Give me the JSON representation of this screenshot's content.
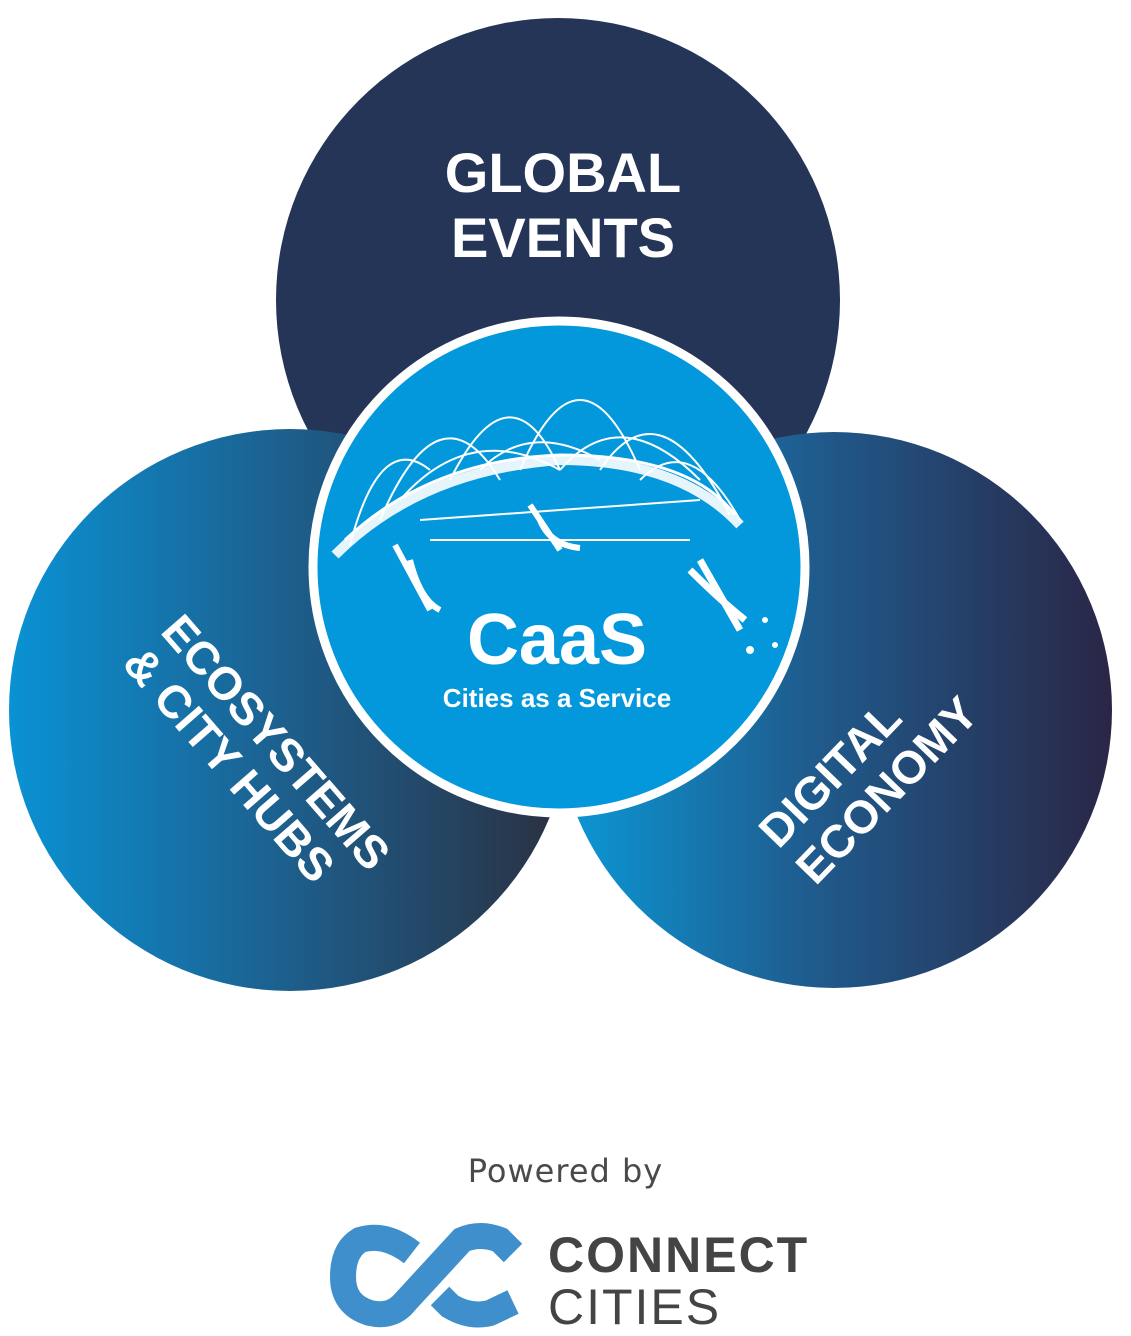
{
  "diagram": {
    "top_circle": {
      "line1": "GLOBAL",
      "line2": "EVENTS"
    },
    "left_circle": {
      "line1": "ECOSYSTEMS",
      "line2": "& CITY HUBS"
    },
    "right_circle": {
      "line1": "DIGITAL",
      "line2": "ECONOMY"
    },
    "center_circle": {
      "title": "CaaS",
      "subtitle": "Cities as a Service",
      "icon": "globe-network-icon"
    }
  },
  "footer": {
    "powered_by": "Powered by",
    "brand_line1": "CONNECT",
    "brand_line2": "CITIES",
    "logo_icon": "connect-cities-logo-icon"
  },
  "colors": {
    "navy": "#253557",
    "center_blue": "#0398dc",
    "logo_blue": "#3f8fcc",
    "text_gray": "#444444"
  }
}
